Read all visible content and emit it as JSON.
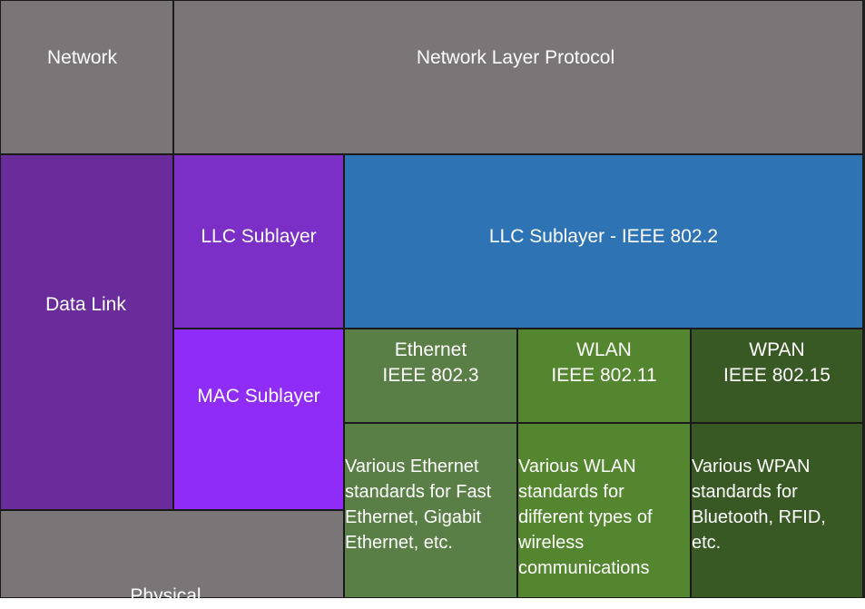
{
  "layers": {
    "network": {
      "label": "Network",
      "protocol": "Network Layer Protocol"
    },
    "data_link": {
      "label": "Data Link",
      "llc_sublayer": "LLC Sublayer",
      "mac_sublayer": "MAC Sublayer",
      "llc_standard": "LLC Sublayer - IEEE 802.2"
    },
    "physical": {
      "label": "Physical"
    }
  },
  "technologies": [
    {
      "name": "Ethernet",
      "standard": "IEEE 802.3",
      "description": [
        "Various Ethernet",
        "standards for Fast",
        "Ethernet, Gigabit",
        "Ethernet, etc."
      ]
    },
    {
      "name": "WLAN",
      "standard": "IEEE 802.11",
      "description": [
        "Various WLAN",
        "standards for",
        "different types of",
        "wireless",
        "communications"
      ]
    },
    {
      "name": "WPAN",
      "standard": "IEEE 802.15",
      "description": [
        "Various WPAN",
        "standards for",
        "Bluetooth, RFID,",
        "etc."
      ]
    }
  ],
  "colors": {
    "network_gray": "#7a7577",
    "data_link_purple": "#6b2c9b",
    "llc_purple": "#7b2fc6",
    "mac_purple": "#8f2cf7",
    "llc_blue": "#2e74b5",
    "ethernet_green": "#5a7f46",
    "wlan_green": "#53862f",
    "wpan_green": "#385924"
  }
}
